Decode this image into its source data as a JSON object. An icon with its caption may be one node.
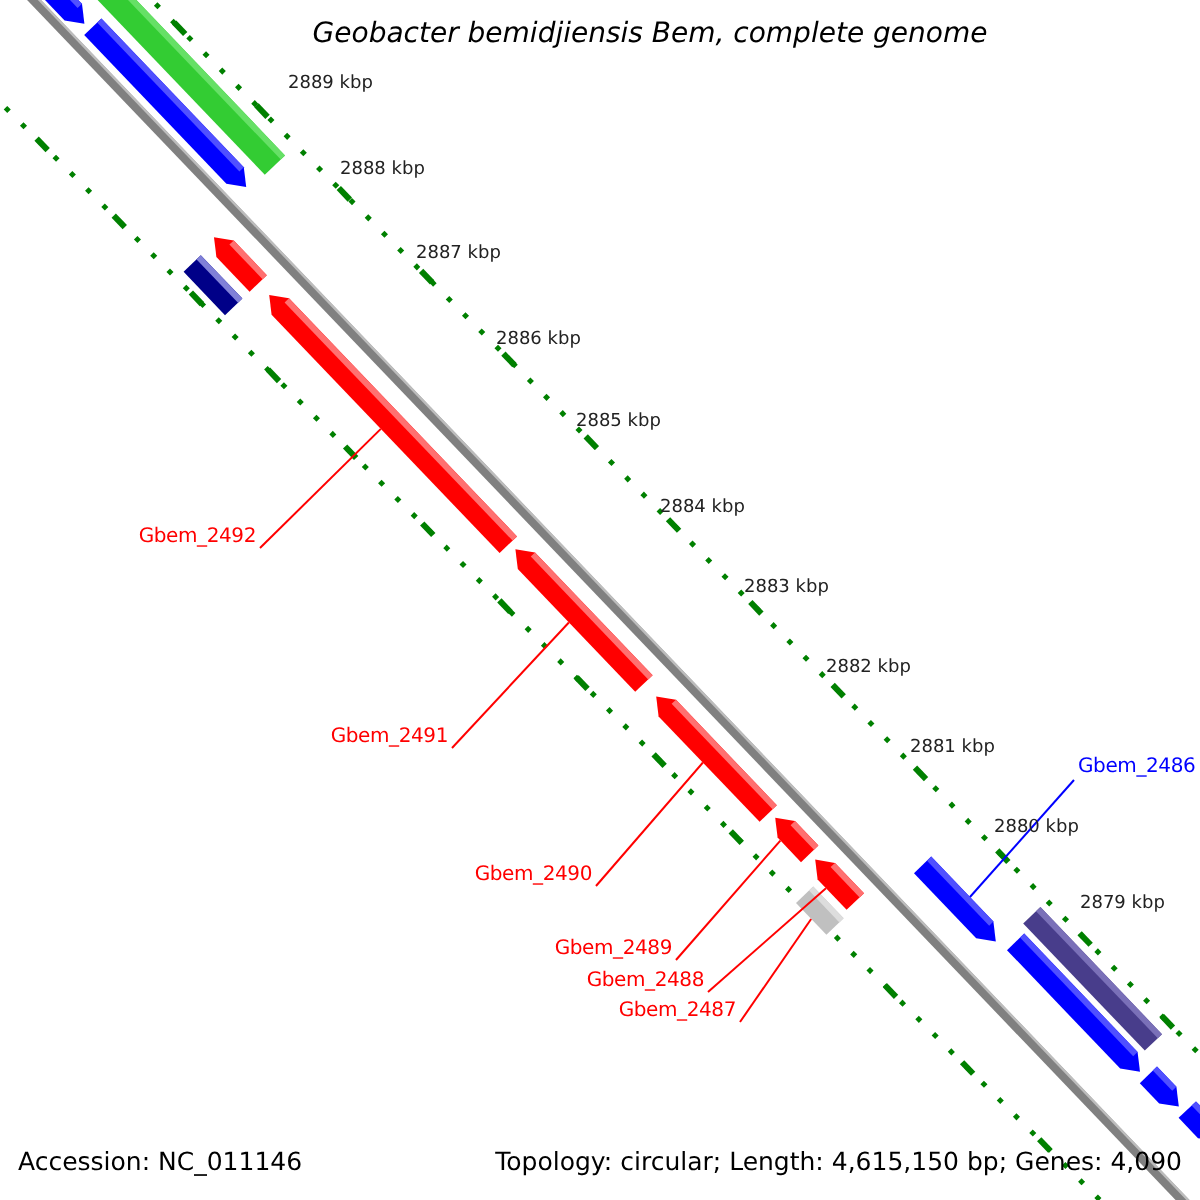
{
  "diagram": {
    "title": "Geobacter bemidjiensis Bem, complete genome",
    "nodes": [
      {
        "text": [
          "Gbem_2492"
        ]
      },
      {
        "text": [
          "Gbem_2491"
        ]
      },
      {
        "text": [
          "Gbem_2486"
        ]
      },
      {
        "text": [
          "Gbem_2490"
        ]
      },
      {
        "text": [
          "Gbem_2489"
        ]
      },
      {
        "text": [
          "Gbem_2488"
        ]
      },
      {
        "text": [
          "Gbem_2487"
        ]
      },
      {
        "text": [],
        "shape": "arrow"
      },
      {
        "text": [],
        "shape": "box"
      },
      {
        "text": [],
        "shape": "arrow"
      },
      {
        "text": [],
        "shape": "box"
      },
      {
        "text": [],
        "shape": "arrow"
      },
      {
        "text": [],
        "shape": "arrow"
      },
      {
        "text": [],
        "shape": "arrow"
      },
      {
        "text": [],
        "shape": "arrow"
      },
      {
        "text": [],
        "shape": "arrow"
      },
      {
        "text": [],
        "shape": "arrow"
      },
      {
        "text": [],
        "shape": "box"
      },
      {
        "text": [],
        "shape": "arrow"
      },
      {
        "text": [],
        "shape": "box"
      },
      {
        "text": [],
        "shape": "arrow"
      },
      {
        "text": [],
        "shape": "arrow"
      },
      {
        "text": [],
        "shape": "arrow"
      }
    ],
    "edges": [
      {
        "from": 0,
        "to": 12,
        "arrow": "none"
      },
      {
        "from": 1,
        "to": 13,
        "arrow": "none"
      },
      {
        "from": 2,
        "to": 18,
        "arrow": "none",
        "color": "#0000ff"
      },
      {
        "from": 3,
        "to": 14,
        "arrow": "none"
      },
      {
        "from": 4,
        "to": 15,
        "arrow": "none"
      },
      {
        "from": 5,
        "to": 16,
        "arrow": "none"
      },
      {
        "from": 6,
        "to": 17,
        "arrow": "none"
      }
    ],
    "labels": [
      "2889 kbp",
      "2888 kbp",
      "2887 kbp",
      "2886 kbp",
      "2885 kbp",
      "2884 kbp",
      "2883 kbp",
      "2882 kbp",
      "2881 kbp",
      "2880 kbp",
      "2879 kbp",
      "Accession: NC_011146",
      "Topology: circular; Length: 4,615,150 bp; Genes: 4,090"
    ]
  }
}
